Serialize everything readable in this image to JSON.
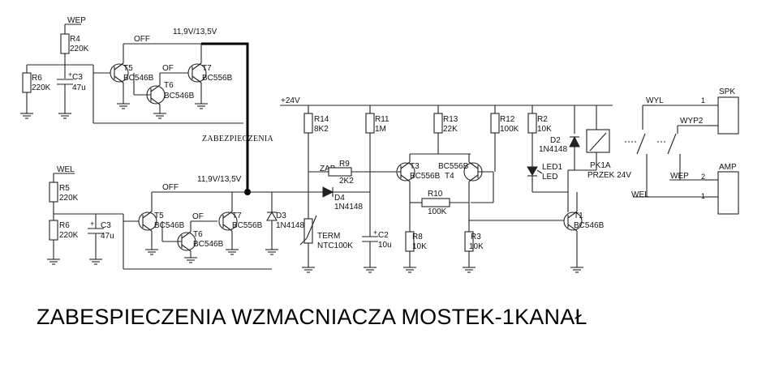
{
  "title": "ZABESPIECZENIA WZMACNIACZA MOSTEK-1KANAŁ",
  "center_label": "ZABEZPIECZENIA",
  "top": {
    "input": "WEP",
    "voltage": "11,9V/13,5V",
    "of1": "OFF",
    "of2": "OF",
    "r4": {
      "name": "R4",
      "value": "220K"
    },
    "r6": {
      "name": "R6",
      "value": "220K"
    },
    "c3": {
      "name": "C3",
      "value": "47u"
    },
    "t5": {
      "name": "T5",
      "type": "BC546B"
    },
    "t6": {
      "name": "T6",
      "type": "BC546B"
    },
    "t7": {
      "name": "T7",
      "type": "BC556B"
    }
  },
  "bottom": {
    "input": "WEL",
    "voltage": "11,9V/13,5V",
    "of1": "OFF",
    "of2": "OF",
    "r5": {
      "name": "R5",
      "value": "220K"
    },
    "r6": {
      "name": "R6",
      "value": "220K"
    },
    "c3": {
      "name": "C3",
      "value": "47u"
    },
    "t5": {
      "name": "T5",
      "type": "BC546B"
    },
    "t6": {
      "name": "T6",
      "type": "BC546B"
    },
    "t7": {
      "name": "T7",
      "type": "BC556B"
    },
    "d3": {
      "name": "D3",
      "type": "1N4148"
    }
  },
  "right": {
    "supply": "+24V",
    "zab": "ZAB",
    "r14": {
      "name": "R14",
      "value": "8K2"
    },
    "r9": {
      "name": "R9",
      "value": "2K2"
    },
    "d4": {
      "name": "D4",
      "type": "1N4148"
    },
    "term": {
      "name": "TERM",
      "type": "NTC100K"
    },
    "r11": {
      "name": "R11",
      "value": "1M"
    },
    "c2": {
      "name": "C2",
      "value": "10u"
    },
    "t3": {
      "name": "T3",
      "type": "BC556B"
    },
    "t4": {
      "name": "T4",
      "type": "BC556B"
    },
    "r13": {
      "name": "R13",
      "value": "22K"
    },
    "r10": {
      "name": "R10",
      "value": "100K"
    },
    "r8": {
      "name": "R8",
      "value": "10K"
    },
    "r3": {
      "name": "R3",
      "value": "10K"
    },
    "r12": {
      "name": "R12",
      "value": "100K"
    },
    "r2": {
      "name": "R2",
      "value": "10K"
    },
    "led1": {
      "name": "LED1",
      "type": "LED"
    },
    "d2": {
      "name": "D2",
      "type": "1N4148"
    },
    "t1": {
      "name": "T1",
      "type": "BC546B"
    },
    "relay": {
      "name": "PK1A",
      "type": "PRZEK 24V"
    },
    "wyl": "WYL",
    "wyp2": "WYP2",
    "wep": "WEP",
    "wel": "WEL",
    "spk": "SPK",
    "amp": "AMP",
    "pin1": "1",
    "pin2": "2",
    "pin1b": "1"
  }
}
